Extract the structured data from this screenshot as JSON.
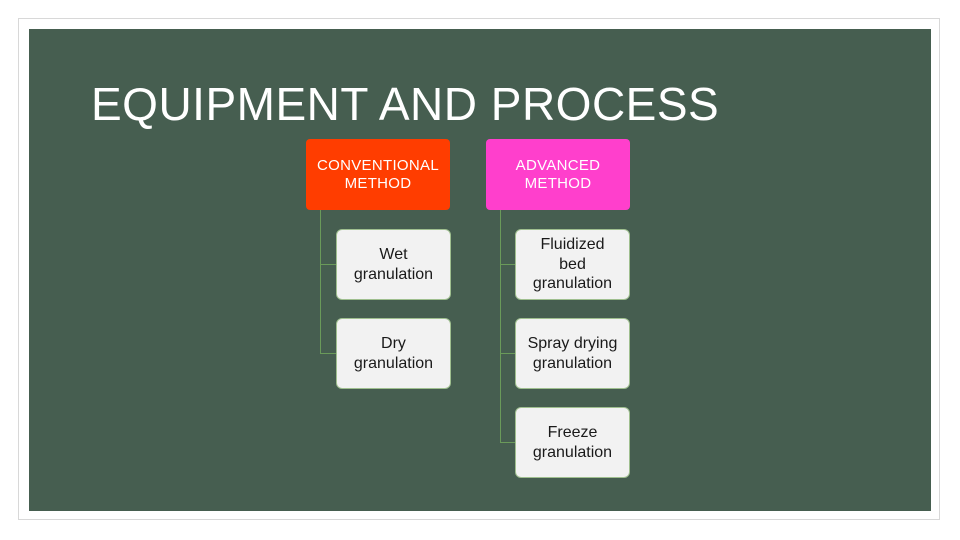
{
  "title": "EQUIPMENT AND PROCESS",
  "columns": [
    {
      "header": "CONVENTIONAL\nMETHOD",
      "header_color": "#ff3d00",
      "items": [
        "Wet\ngranulation",
        "Dry\ngranulation"
      ]
    },
    {
      "header": "ADVANCED\nMETHOD",
      "header_color": "#ff3fcc",
      "items": [
        "Fluidized\nbed\ngranulation",
        "Spray drying\ngranulation",
        "Freeze\ngranulation"
      ]
    }
  ],
  "colors": {
    "slide_background": "#465e50",
    "connector": "#6a9a5a",
    "child_box_fill": "#f2f2f2"
  }
}
